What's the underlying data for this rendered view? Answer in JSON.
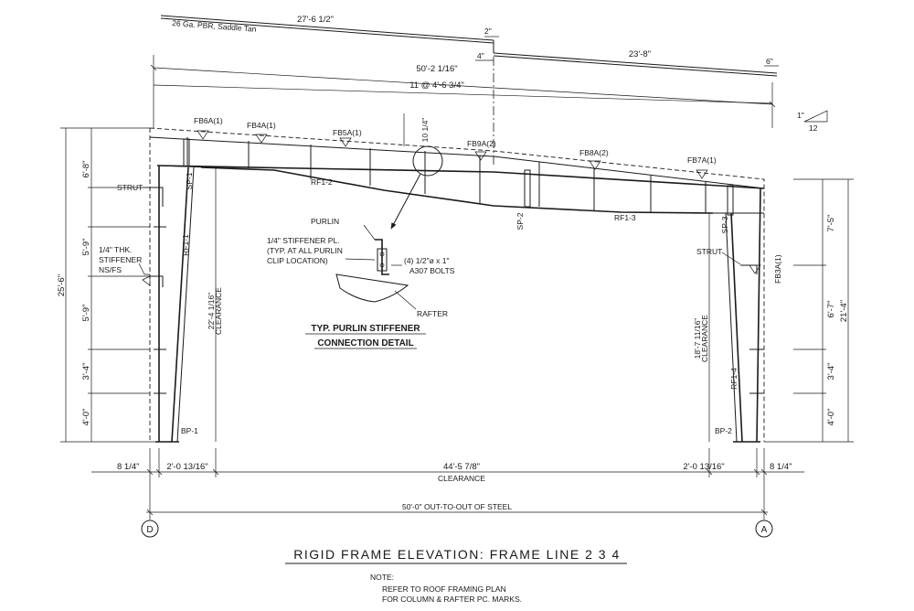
{
  "drawing": {
    "title": "RIGID FRAME ELEVATION:  FRAME LINE  2   3   4",
    "note_label": "NOTE:",
    "note_line1": "REFER TO ROOF FRAMING PLAN",
    "note_line2": "FOR COLUMN & RAFTER PC. MARKS."
  },
  "roof": {
    "panel_spec": "26 Ga. PBR, Saddle Tan",
    "left_panel_length": "27'-6 1/2\"",
    "ridge_gap": "2\"",
    "ridge_offset": "4\"",
    "right_panel_length": "23'-8\"",
    "eave_overhang": "6\"",
    "slope_rise": "1\"",
    "slope_run": "12",
    "overall_rafter": "50'-2 1/16\"",
    "purlin_spacing": "11 @ 4'-6 3/4\"",
    "ridge_depth": "10 1/4\""
  },
  "flange_braces": [
    "FB6A(1)",
    "FB4A(1)",
    "FB5A(1)",
    "FB9A(2)",
    "FB8A(2)",
    "FB7A(1)",
    "FB3A(1)"
  ],
  "members": {
    "rafter_left": "RF1-2",
    "rafter_right": "RF1-3",
    "column_left": "RF1-1",
    "column_right": "RF1-4",
    "splice_left_col": "SP-1",
    "splice_ridge": "SP-2",
    "splice_right_col": "SP-3",
    "base_left": "BP-1",
    "base_right": "BP-2",
    "strut_left": "STRUT",
    "strut_right": "STRUT",
    "stiffener_note_1": "1/4\" THK.",
    "stiffener_note_2": "STIFFENER",
    "stiffener_note_3": "NS/FS"
  },
  "detail": {
    "purlin": "PURLIN",
    "plate_1": "1/4\" STIFFENER PL.",
    "plate_2": "(TYP. AT ALL PURLIN",
    "plate_3": "CLIP LOCATION)",
    "bolts_1": "(4) 1/2\"ø x 1\"",
    "bolts_2": "A307 BOLTS",
    "rafter": "RAFTER",
    "caption_1": "TYP. PURLIN STIFFENER",
    "caption_2": "CONNECTION DETAIL"
  },
  "clearance": {
    "left_height": "22'-4 1/16\"",
    "right_height": "18'-7 11/16\"",
    "word": "CLEARANCE"
  },
  "left_dims": {
    "total": "25'-6\"",
    "segments": [
      "6'-8\"",
      "5'-9\"",
      "5'-9\"",
      "3'-4\"",
      "4'-0\""
    ]
  },
  "right_dims": {
    "total": "21'-4\"",
    "segments": [
      "7'-5\"",
      "6'-7\"",
      "3'-4\"",
      "4'-0\""
    ]
  },
  "bottom_dims": {
    "left_offset": "8 1/4\"",
    "left_col": "2'-0 13/16\"",
    "clear_span": "44'-5 7/8\"",
    "right_col": "2'-0 13/16\"",
    "right_offset": "8 1/4\"",
    "clear_word": "CLEARANCE",
    "overall": "50'-0\" OUT-TO-OUT OF STEEL"
  },
  "grid": {
    "left": "D",
    "right": "A"
  }
}
